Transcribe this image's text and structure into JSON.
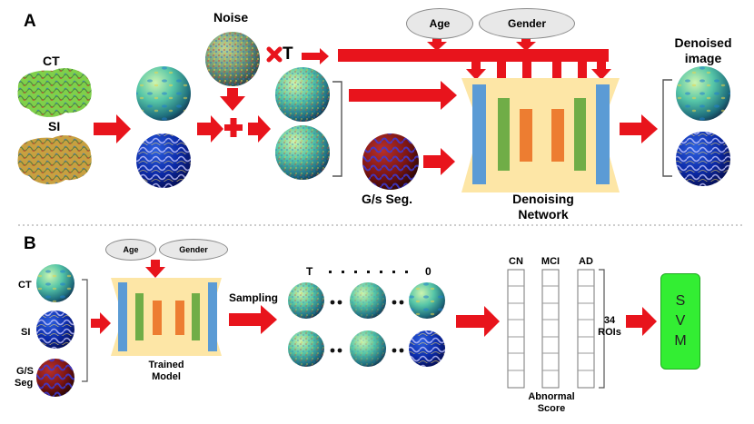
{
  "panel_a": {
    "label": "A",
    "ct_label": "CT",
    "si_label": "SI",
    "noise_label": "Noise",
    "times_t_label": "T",
    "age_label": "Age",
    "gender_label": "Gender",
    "seg_label": "G/s Seg.",
    "network_label_line1": "Denoising",
    "network_label_line2": "Network",
    "output_label_line1": "Denoised",
    "output_label_line2": "image"
  },
  "panel_b": {
    "label": "B",
    "ct_label": "CT",
    "si_label": "SI",
    "seg_label_line1": "G/S",
    "seg_label_line2": "Seg",
    "age_label": "Age",
    "gender_label": "Gender",
    "model_label_line1": "Trained",
    "model_label_line2": "Model",
    "sampling_label": "Sampling",
    "t_start": "T",
    "t_end": "0",
    "groups": [
      "CN",
      "MCI",
      "AD"
    ],
    "rois_line1": "34",
    "rois_line2": "ROIs",
    "score_line1": "Abnormal",
    "score_line2": "Score",
    "svm_letters": [
      "S",
      "V",
      "M"
    ]
  },
  "colors": {
    "arrow": "#e8141c",
    "network_bg": "#fde6a6",
    "blue_layer": "#5b9bd5",
    "green_layer": "#70ad47",
    "orange_layer": "#ed7d31",
    "svm": "#33ee33"
  }
}
